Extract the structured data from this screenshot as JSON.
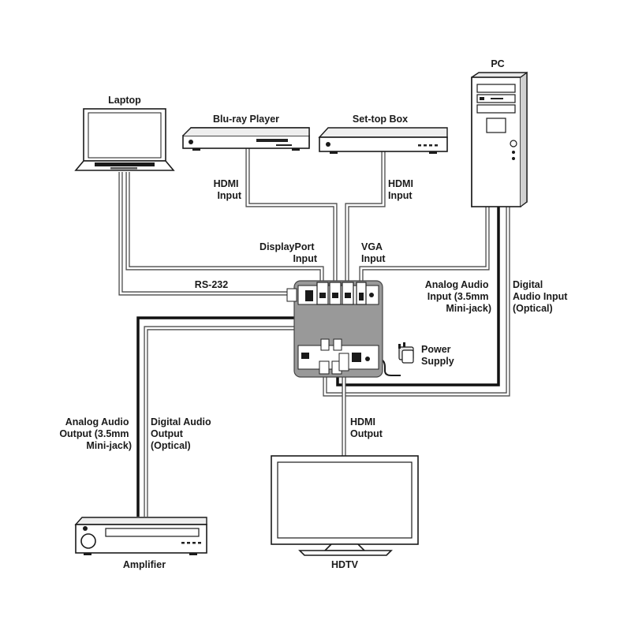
{
  "labels": {
    "laptop": "Laptop",
    "bluray": "Blu-ray Player",
    "settop": "Set-top Box",
    "pc": "PC",
    "hdmi_input_left": [
      "HDMI",
      "Input"
    ],
    "hdmi_input_right": [
      "HDMI",
      "Input"
    ],
    "displayport_input": [
      "DisplayPort",
      "Input"
    ],
    "vga_input": [
      "VGA",
      "Input"
    ],
    "rs232": "RS-232",
    "analog_audio_input": [
      "Analog Audio",
      "Input (3.5mm",
      "Mini-jack)"
    ],
    "digital_audio_input": [
      "Digital",
      "Audio Input",
      "(Optical)"
    ],
    "power_supply": [
      "Power",
      "Supply"
    ],
    "analog_audio_output": [
      "Analog Audio",
      "Output (3.5mm",
      "Mini-jack)"
    ],
    "digital_audio_output": [
      "Digital Audio",
      "Output",
      "(Optical)"
    ],
    "hdmi_output": [
      "HDMI",
      "Output"
    ],
    "amplifier": "Amplifier",
    "hdtv": "HDTV"
  }
}
